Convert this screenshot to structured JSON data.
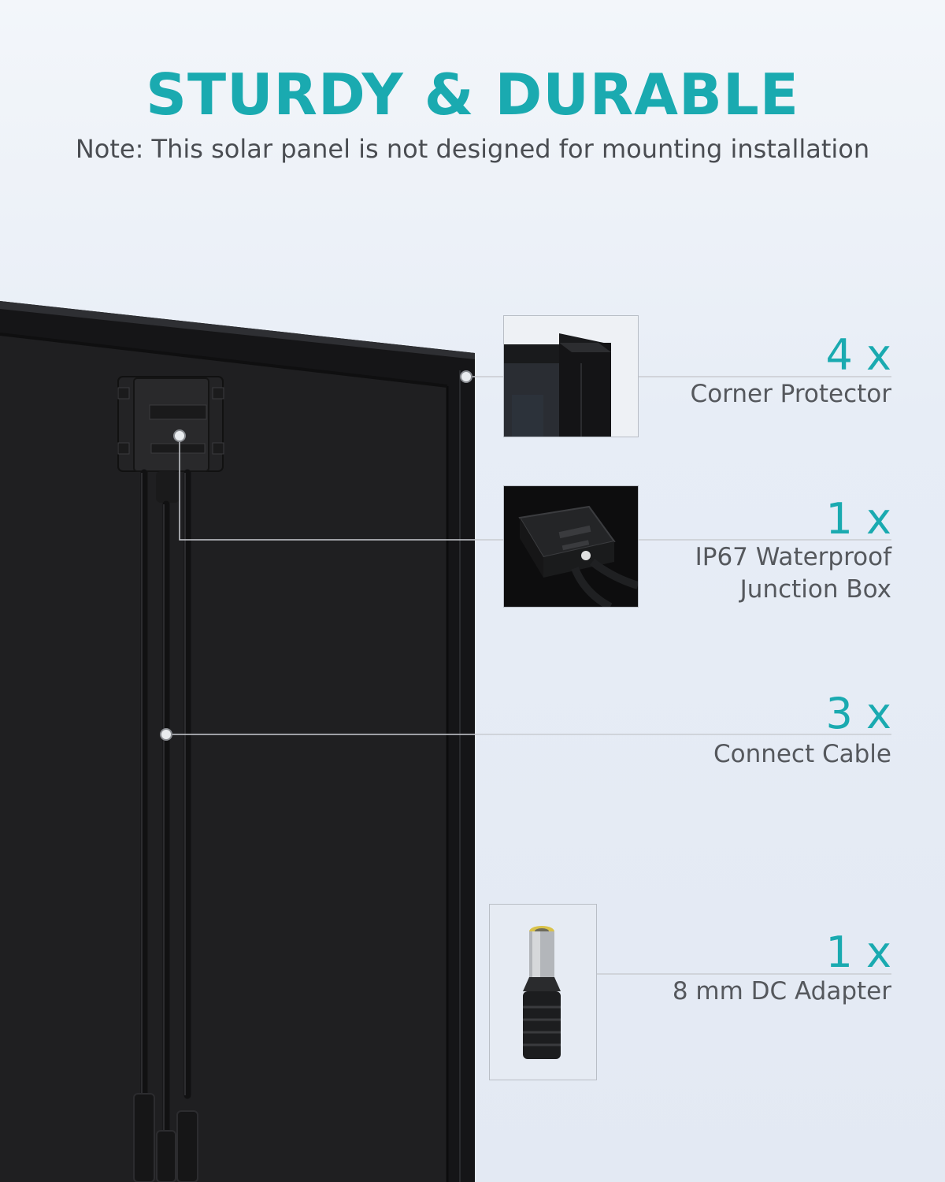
{
  "header": {
    "title": "STURDY & DURABLE",
    "subtitle": "Note: This solar panel is not designed for mounting installation"
  },
  "components": [
    {
      "quantity": "4 x",
      "label": "Corner Protector",
      "icon": "corner-protector-icon"
    },
    {
      "quantity": "1 x",
      "label": "IP67 Waterproof\nJunction Box",
      "icon": "junction-box-icon"
    },
    {
      "quantity": "3 x",
      "label": "Connect Cable",
      "icon": "cable-icon"
    },
    {
      "quantity": "1 x",
      "label": "8 mm DC Adapter",
      "icon": "dc-adapter-icon"
    }
  ],
  "colors": {
    "accent": "#1aaab0",
    "text": "#55585d",
    "panel": "#1c1c1e",
    "leader_line": "#c9ccd1"
  }
}
